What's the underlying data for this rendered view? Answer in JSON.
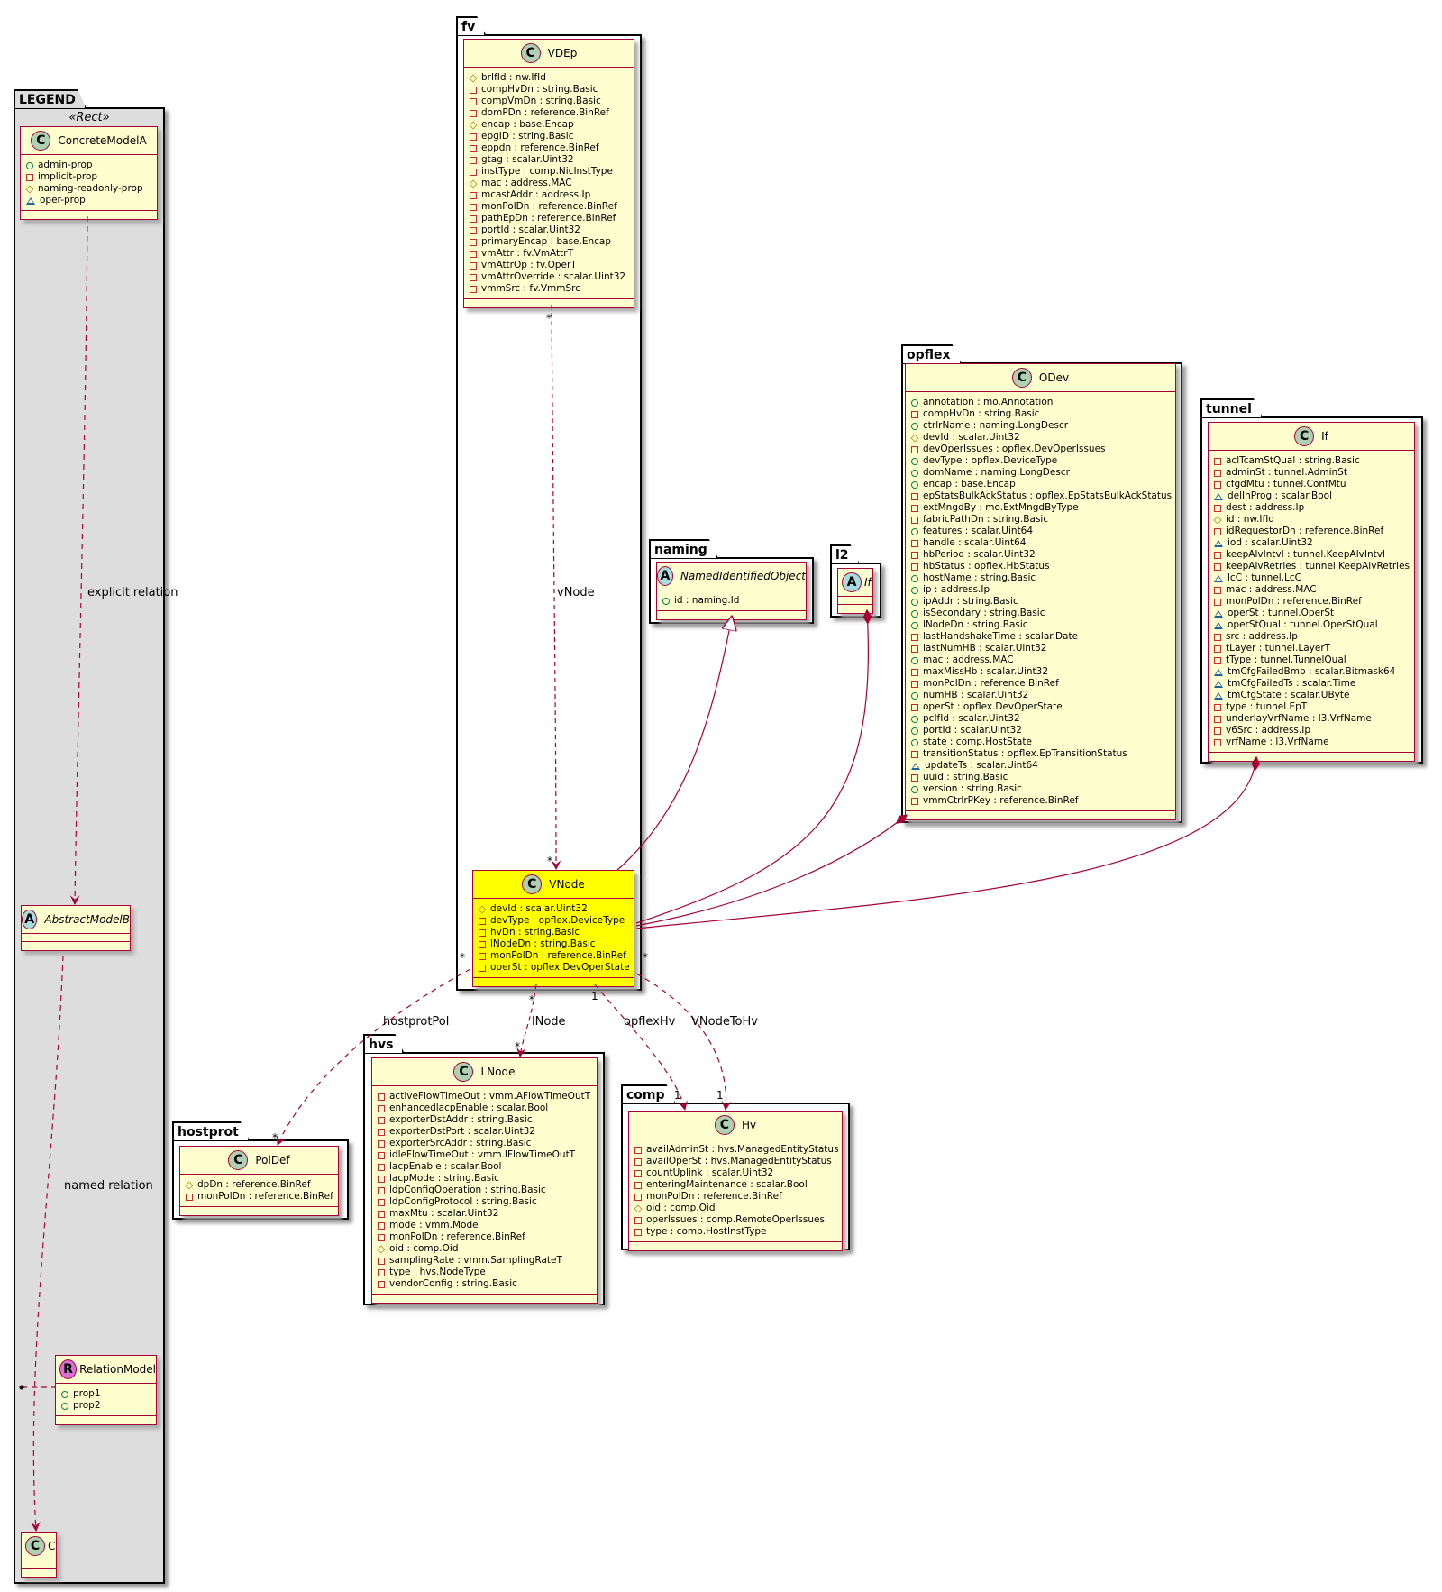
{
  "colors": {
    "border": "#A80036",
    "class_fill": "#FEFECE",
    "highlight_fill": "#FFFF00",
    "legend_bg": "#DDDDDD",
    "public": "#038048",
    "private": "#C82930",
    "protected": "#B38D22",
    "package_private": "#1963A0"
  },
  "packages": [
    {
      "id": "legend",
      "name": "LEGEND",
      "stereotype": "«Rect»"
    },
    {
      "id": "fv",
      "name": "fv"
    },
    {
      "id": "naming",
      "name": "naming"
    },
    {
      "id": "l2",
      "name": "l2"
    },
    {
      "id": "opflex",
      "name": "opflex"
    },
    {
      "id": "tunnel",
      "name": "tunnel"
    },
    {
      "id": "hostprot",
      "name": "hostprot"
    },
    {
      "id": "hvs",
      "name": "hvs"
    },
    {
      "id": "comp",
      "name": "comp"
    }
  ],
  "classes": [
    {
      "id": "ConcreteModelA",
      "kind": "C",
      "name": "ConcreteModelA",
      "attrs": [
        [
          "+",
          "admin-prop"
        ],
        [
          "-",
          "implicit-prop"
        ],
        [
          "#",
          "naming-readonly-prop"
        ],
        [
          "~",
          "oper-prop"
        ]
      ]
    },
    {
      "id": "AbstractModelB",
      "kind": "A",
      "name": "AbstractModelB",
      "attrs": []
    },
    {
      "id": "RelationModel",
      "kind": "R",
      "name": "RelationModel",
      "attrs": [
        [
          "+",
          "prop1"
        ],
        [
          "+",
          "prop2"
        ]
      ]
    },
    {
      "id": "C",
      "kind": "C",
      "name": "C",
      "attrs": []
    },
    {
      "id": "VDEp",
      "kind": "C",
      "name": "VDEp",
      "attrs": [
        [
          "#",
          "brIfId : nw.IfId"
        ],
        [
          "-",
          "compHvDn : string.Basic"
        ],
        [
          "-",
          "compVmDn : string.Basic"
        ],
        [
          "-",
          "domPDn : reference.BinRef"
        ],
        [
          "#",
          "encap : base.Encap"
        ],
        [
          "-",
          "epgID : string.Basic"
        ],
        [
          "-",
          "eppdn : reference.BinRef"
        ],
        [
          "-",
          "gtag : scalar.Uint32"
        ],
        [
          "-",
          "instType : comp.NicInstType"
        ],
        [
          "#",
          "mac : address.MAC"
        ],
        [
          "-",
          "mcastAddr : address.Ip"
        ],
        [
          "-",
          "monPolDn : reference.BinRef"
        ],
        [
          "-",
          "pathEpDn : reference.BinRef"
        ],
        [
          "-",
          "portId : scalar.Uint32"
        ],
        [
          "-",
          "primaryEncap : base.Encap"
        ],
        [
          "-",
          "vmAttr : fv.VmAttrT"
        ],
        [
          "-",
          "vmAttrOp : fv.OperT"
        ],
        [
          "-",
          "vmAttrOverride : scalar.Uint32"
        ],
        [
          "-",
          "vmmSrc : fv.VmmSrc"
        ]
      ]
    },
    {
      "id": "VNode",
      "kind": "C",
      "name": "VNode",
      "highlight": true,
      "attrs": [
        [
          "#",
          "devId : scalar.Uint32"
        ],
        [
          "-",
          "devType : opflex.DeviceType"
        ],
        [
          "-",
          "hvDn : string.Basic"
        ],
        [
          "-",
          "lNodeDn : string.Basic"
        ],
        [
          "-",
          "monPolDn : reference.BinRef"
        ],
        [
          "-",
          "operSt : opflex.DevOperState"
        ]
      ]
    },
    {
      "id": "NamedIdentifiedObject",
      "kind": "A",
      "name": "NamedIdentifiedObject",
      "attrs": [
        [
          "+",
          "id : naming.Id"
        ]
      ]
    },
    {
      "id": "l2If",
      "kind": "A",
      "name": "If",
      "attrs": []
    },
    {
      "id": "ODev",
      "kind": "C",
      "name": "ODev",
      "attrs": [
        [
          "+",
          "annotation : mo.Annotation"
        ],
        [
          "-",
          "compHvDn : string.Basic"
        ],
        [
          "+",
          "ctrlrName : naming.LongDescr"
        ],
        [
          "#",
          "devId : scalar.Uint32"
        ],
        [
          "-",
          "devOperIssues : opflex.DevOperIssues"
        ],
        [
          "+",
          "devType : opflex.DeviceType"
        ],
        [
          "+",
          "domName : naming.LongDescr"
        ],
        [
          "+",
          "encap : base.Encap"
        ],
        [
          "-",
          "epStatsBulkAckStatus : opflex.EpStatsBulkAckStatus"
        ],
        [
          "-",
          "extMngdBy : mo.ExtMngdByType"
        ],
        [
          "-",
          "fabricPathDn : string.Basic"
        ],
        [
          "+",
          "features : scalar.Uint64"
        ],
        [
          "-",
          "handle : scalar.Uint64"
        ],
        [
          "-",
          "hbPeriod : scalar.Uint32"
        ],
        [
          "-",
          "hbStatus : opflex.HbStatus"
        ],
        [
          "+",
          "hostName : string.Basic"
        ],
        [
          "+",
          "ip : address.Ip"
        ],
        [
          "+",
          "ipAddr : string.Basic"
        ],
        [
          "+",
          "isSecondary : string.Basic"
        ],
        [
          "+",
          "lNodeDn : string.Basic"
        ],
        [
          "-",
          "lastHandshakeTime : scalar.Date"
        ],
        [
          "-",
          "lastNumHB : scalar.Uint32"
        ],
        [
          "+",
          "mac : address.MAC"
        ],
        [
          "-",
          "maxMissHb : scalar.Uint32"
        ],
        [
          "-",
          "monPolDn : reference.BinRef"
        ],
        [
          "+",
          "numHB : scalar.Uint32"
        ],
        [
          "-",
          "operSt : opflex.DevOperState"
        ],
        [
          "+",
          "pcIfId : scalar.Uint32"
        ],
        [
          "+",
          "portId : scalar.Uint32"
        ],
        [
          "+",
          "state : comp.HostState"
        ],
        [
          "-",
          "transitionStatus : opflex.EpTransitionStatus"
        ],
        [
          "~",
          "updateTs : scalar.Uint64"
        ],
        [
          "-",
          "uuid : string.Basic"
        ],
        [
          "+",
          "version : string.Basic"
        ],
        [
          "-",
          "vmmCtrlrPKey : reference.BinRef"
        ]
      ]
    },
    {
      "id": "tunnelIf",
      "kind": "C",
      "name": "If",
      "attrs": [
        [
          "-",
          "aclTcamStQual : string.Basic"
        ],
        [
          "-",
          "adminSt : tunnel.AdminSt"
        ],
        [
          "-",
          "cfgdMtu : tunnel.ConfMtu"
        ],
        [
          "~",
          "delInProg : scalar.Bool"
        ],
        [
          "-",
          "dest : address.Ip"
        ],
        [
          "#",
          "id : nw.IfId"
        ],
        [
          "-",
          "idRequestorDn : reference.BinRef"
        ],
        [
          "~",
          "iod : scalar.Uint32"
        ],
        [
          "-",
          "keepAlvIntvl : tunnel.KeepAlvIntvl"
        ],
        [
          "-",
          "keepAlvRetries : tunnel.KeepAlvRetries"
        ],
        [
          "~",
          "lcC : tunnel.LcC"
        ],
        [
          "-",
          "mac : address.MAC"
        ],
        [
          "-",
          "monPolDn : reference.BinRef"
        ],
        [
          "~",
          "operSt : tunnel.OperSt"
        ],
        [
          "~",
          "operStQual : tunnel.OperStQual"
        ],
        [
          "-",
          "src : address.Ip"
        ],
        [
          "-",
          "tLayer : tunnel.LayerT"
        ],
        [
          "-",
          "tType : tunnel.TunnelQual"
        ],
        [
          "~",
          "tmCfgFailedBmp : scalar.Bitmask64"
        ],
        [
          "~",
          "tmCfgFailedTs : scalar.Time"
        ],
        [
          "~",
          "tmCfgState : scalar.UByte"
        ],
        [
          "-",
          "type : tunnel.EpT"
        ],
        [
          "-",
          "underlayVrfName : l3.VrfName"
        ],
        [
          "-",
          "v6Src : address.Ip"
        ],
        [
          "-",
          "vrfName : l3.VrfName"
        ]
      ]
    },
    {
      "id": "PolDef",
      "kind": "C",
      "name": "PolDef",
      "attrs": [
        [
          "#",
          "dpDn : reference.BinRef"
        ],
        [
          "-",
          "monPolDn : reference.BinRef"
        ]
      ]
    },
    {
      "id": "LNode",
      "kind": "C",
      "name": "LNode",
      "attrs": [
        [
          "-",
          "activeFlowTimeOut : vmm.AFlowTimeOutT"
        ],
        [
          "-",
          "enhancedlacpEnable : scalar.Bool"
        ],
        [
          "-",
          "exporterDstAddr : string.Basic"
        ],
        [
          "-",
          "exporterDstPort : scalar.Uint32"
        ],
        [
          "-",
          "exporterSrcAddr : string.Basic"
        ],
        [
          "-",
          "idleFlowTimeOut : vmm.IFlowTimeOutT"
        ],
        [
          "-",
          "lacpEnable : scalar.Bool"
        ],
        [
          "-",
          "lacpMode : string.Basic"
        ],
        [
          "-",
          "ldpConfigOperation : string.Basic"
        ],
        [
          "-",
          "ldpConfigProtocol : string.Basic"
        ],
        [
          "-",
          "maxMtu : scalar.Uint32"
        ],
        [
          "-",
          "mode : vmm.Mode"
        ],
        [
          "-",
          "monPolDn : reference.BinRef"
        ],
        [
          "#",
          "oid : comp.Oid"
        ],
        [
          "-",
          "samplingRate : vmm.SamplingRateT"
        ],
        [
          "-",
          "type : hvs.NodeType"
        ],
        [
          "-",
          "vendorConfig : string.Basic"
        ]
      ]
    },
    {
      "id": "Hv",
      "kind": "C",
      "name": "Hv",
      "attrs": [
        [
          "-",
          "availAdminSt : hvs.ManagedEntityStatus"
        ],
        [
          "-",
          "availOperSt : hvs.ManagedEntityStatus"
        ],
        [
          "-",
          "countUplink : scalar.Uint32"
        ],
        [
          "-",
          "enteringMaintenance : scalar.Bool"
        ],
        [
          "-",
          "monPolDn : reference.BinRef"
        ],
        [
          "#",
          "oid : comp.Oid"
        ],
        [
          "-",
          "operIssues : comp.RemoteOperIssues"
        ],
        [
          "-",
          "type : comp.HostInstType"
        ]
      ]
    }
  ],
  "relations": {
    "explicit": "explicit relation",
    "named": "named relation",
    "vNode": "vNode",
    "hostprotPol": "hostprotPol",
    "lNode": "lNode",
    "opflexHv": "opflexHv",
    "VNodeToHv": "VNodeToHv"
  },
  "multiplicity": {
    "many": "*",
    "one": "1"
  }
}
